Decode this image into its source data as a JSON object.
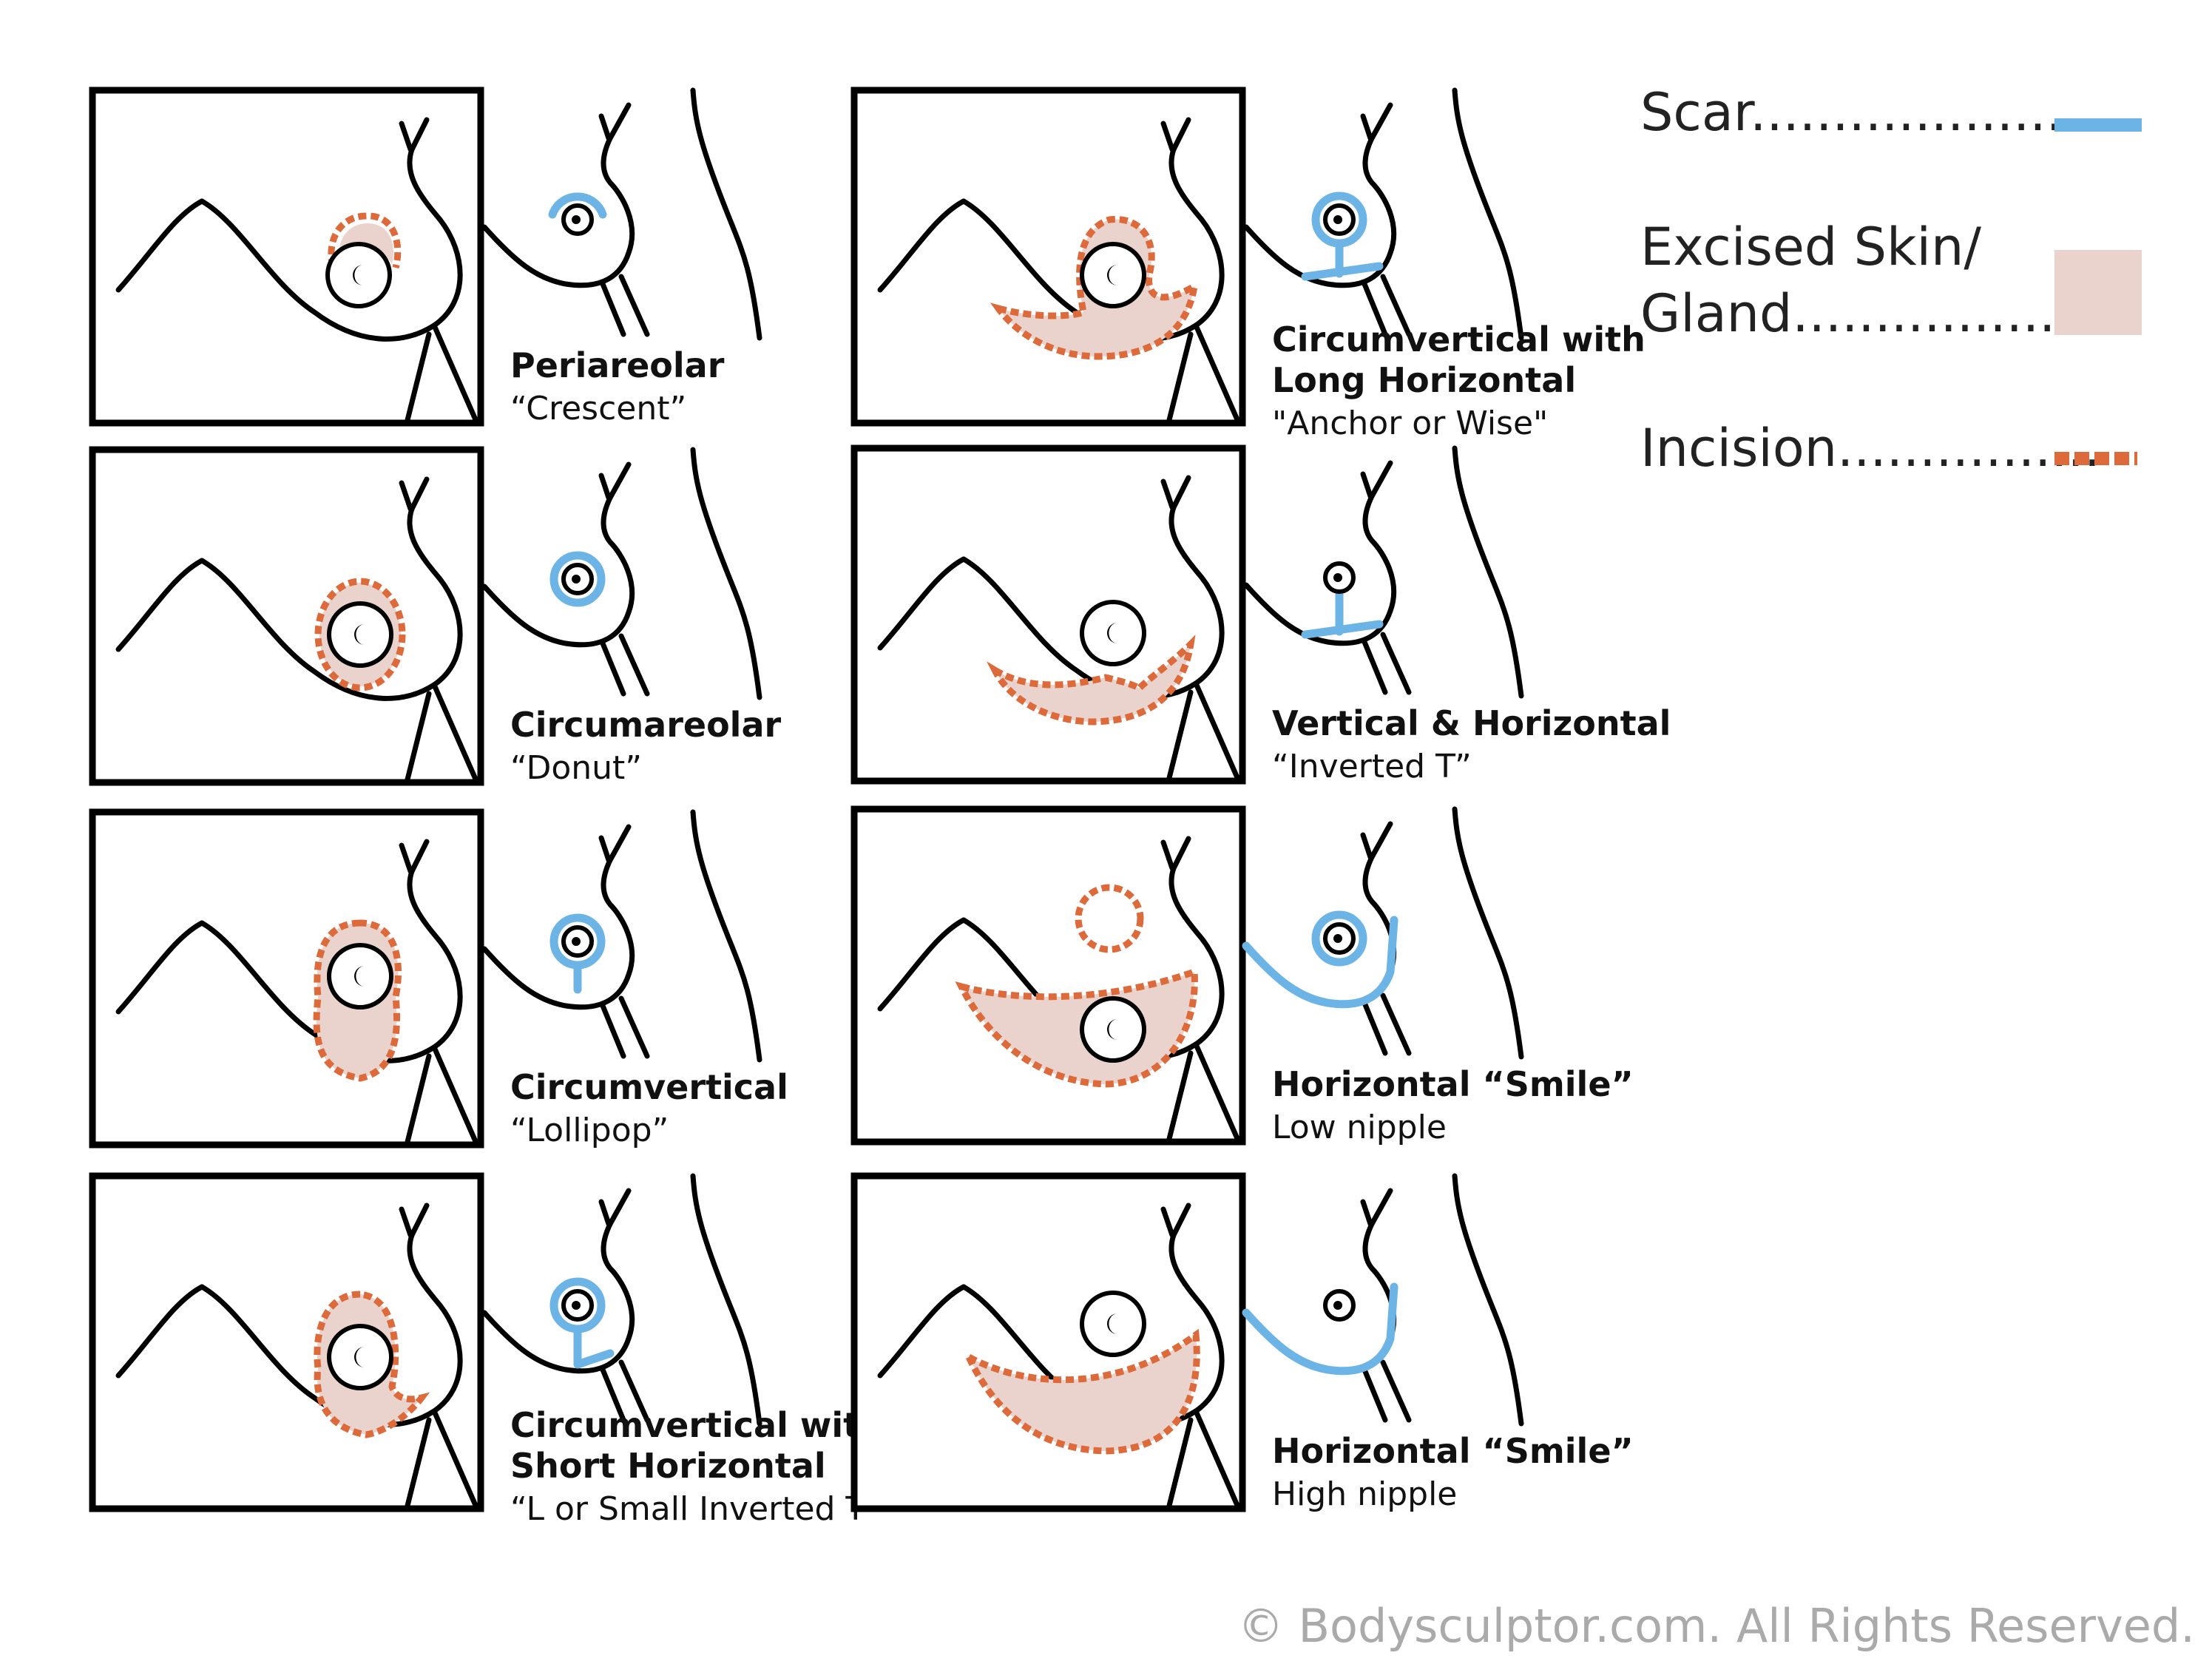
{
  "panels": [
    {
      "title_lines": [
        "Periareolar"
      ],
      "subtitle": "“Crescent”"
    },
    {
      "title_lines": [
        "Circumareolar"
      ],
      "subtitle": "“Donut”"
    },
    {
      "title_lines": [
        "Circumvertical"
      ],
      "subtitle": "“Lollipop”"
    },
    {
      "title_lines": [
        "Circumvertical with",
        "Short Horizontal"
      ],
      "subtitle": "“L or Small Inverted T”"
    },
    {
      "title_lines": [
        "Circumvertical with",
        "Long Horizontal"
      ],
      "subtitle": "\"Anchor or Wise\""
    },
    {
      "title_lines": [
        "Vertical & Horizontal"
      ],
      "subtitle": "“Inverted T”"
    },
    {
      "title_lines": [
        "Horizontal “Smile”"
      ],
      "subtitle": "Low nipple"
    },
    {
      "title_lines": [
        "Horizontal “Smile”"
      ],
      "subtitle": "High nipple"
    }
  ],
  "legend": {
    "scar": {
      "label": "Scar......................",
      "color": "#6cb4e6"
    },
    "excised": {
      "label_lines": [
        "Excised Skin/",
        "Gland..................."
      ],
      "color": "#ead3cd"
    },
    "incision": {
      "label": "Incision................",
      "color": "#dd6a3a"
    }
  },
  "copyright": "© Bodysculptor.com.  All Rights Reserved."
}
